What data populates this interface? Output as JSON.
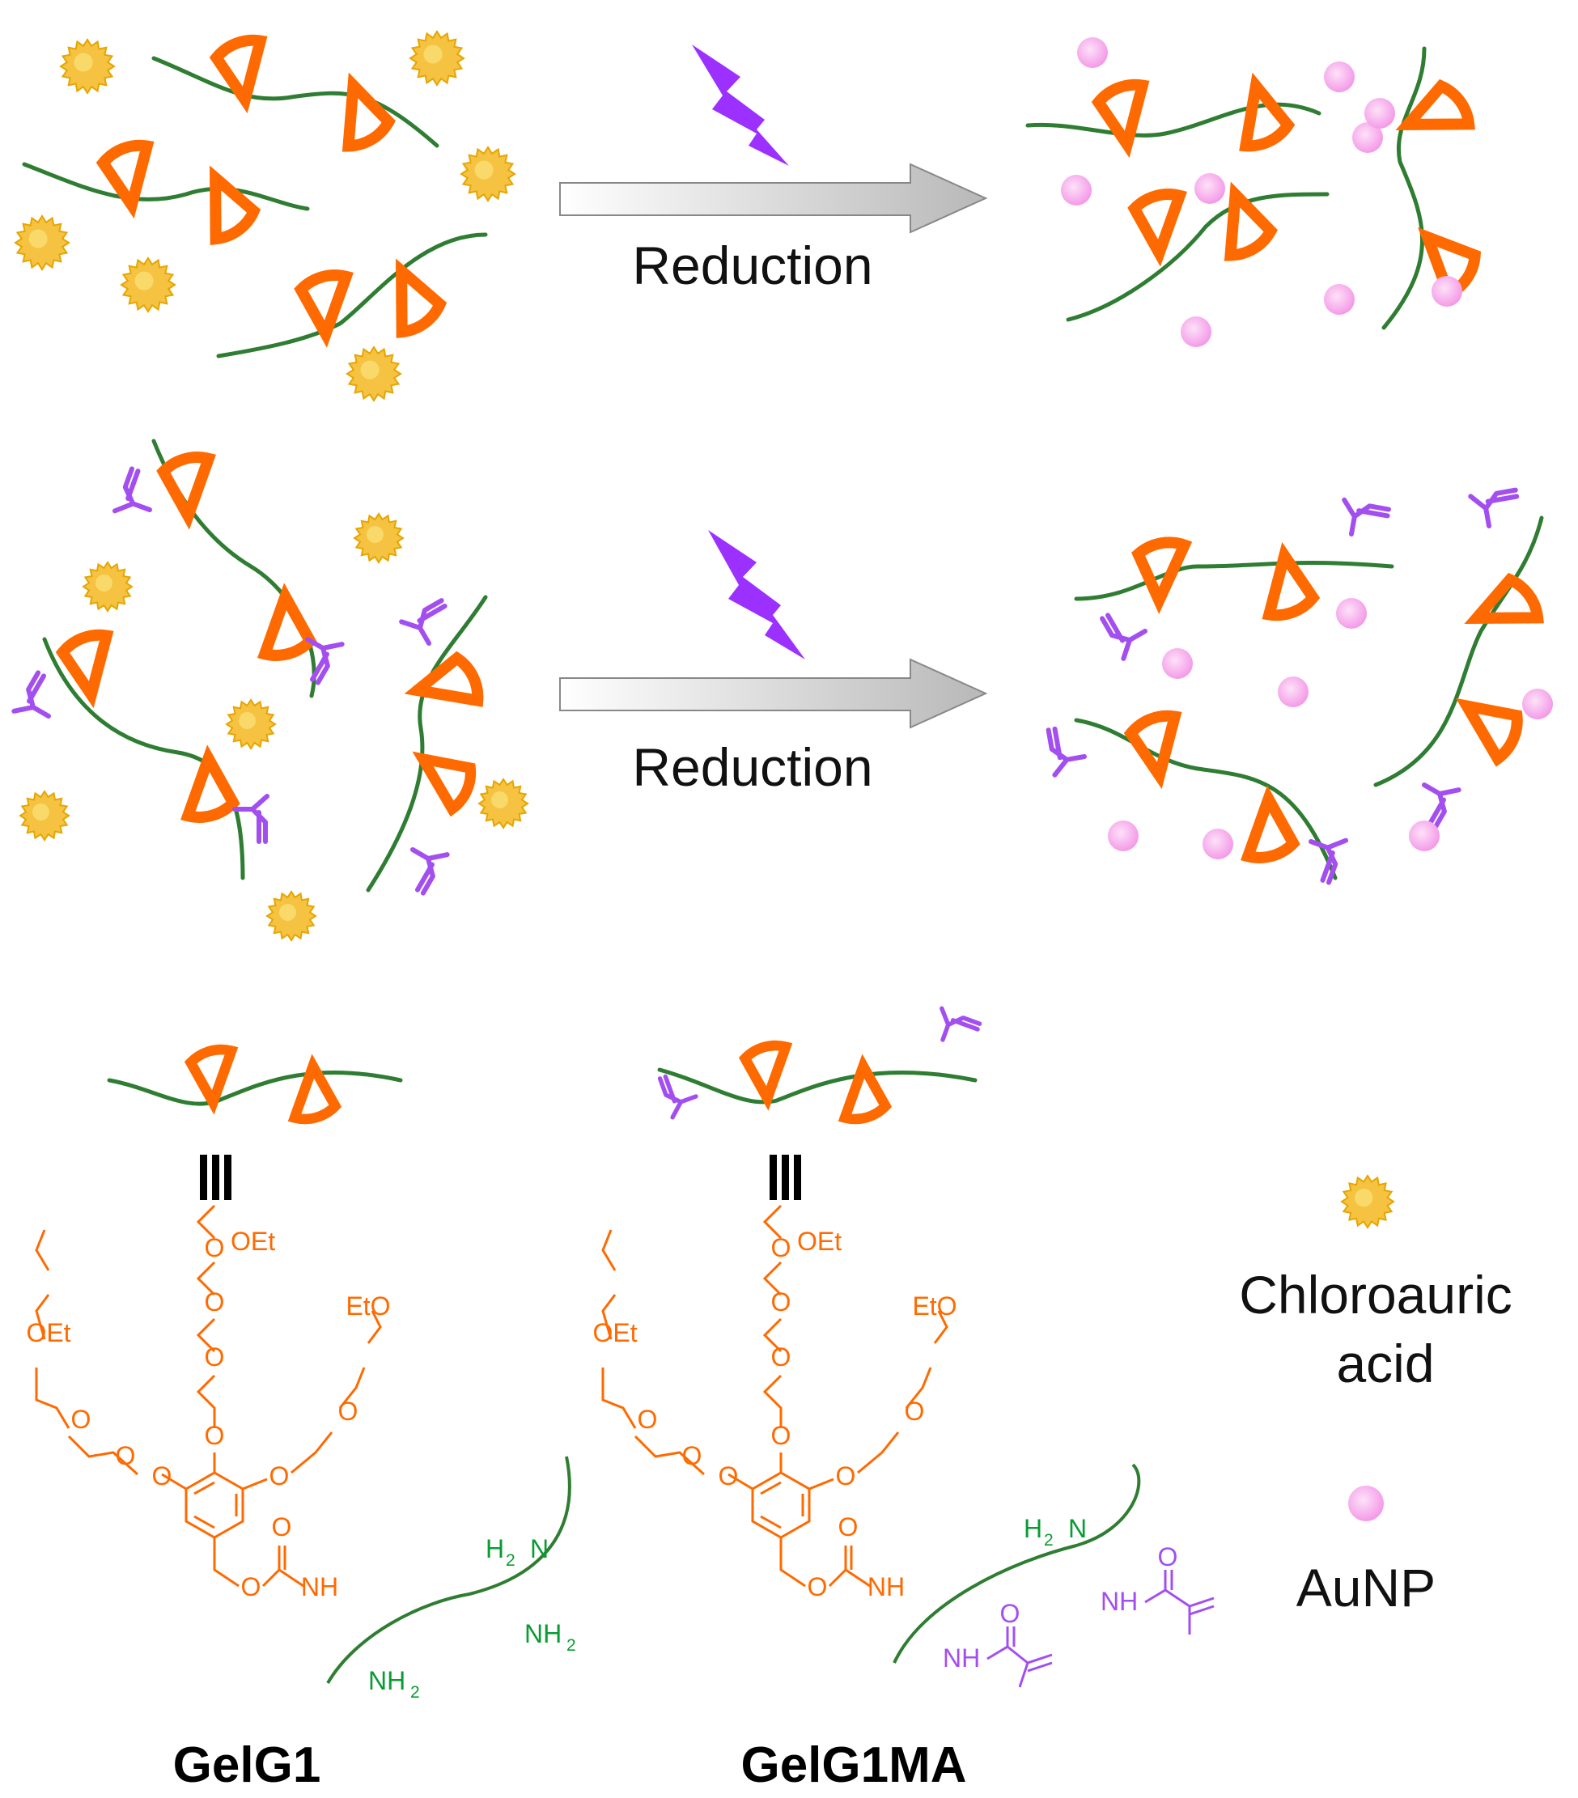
{
  "colors": {
    "chain": "#2f7d32",
    "dendron": "#ff6a00",
    "methacrylate": "#a34ff0",
    "chloroauric": "#f5c242",
    "chloroauric_edge": "#e6a500",
    "aunp": "#f49ae8",
    "lightning": "#9b30ff",
    "arrow_fill_start": "#ffffff",
    "arrow_fill_end": "#b8b8b8",
    "amine": "#0a9c33",
    "text": "#111111"
  },
  "icons": {
    "chloroauric": "sunburst-icon",
    "aunp": "pink-sphere-icon",
    "light": "lightning-bolt-icon",
    "process": "right-arrow-icon",
    "equivalence": "triple-bar-icon"
  },
  "process": {
    "top_arrow_label": "Reduction",
    "middle_arrow_label": "Reduction"
  },
  "legend": {
    "chloroauric_line1": "Chloroauric",
    "chloroauric_line2": "acid",
    "aunp": "AuNP"
  },
  "structures": {
    "left_name": "GelG1",
    "right_name": "GelG1MA",
    "labels": {
      "oet": "OEt",
      "eto": "EtO",
      "o": "O",
      "nh": "NH",
      "nh2": "NH",
      "h2n": "H",
      "n": "N",
      "sub2": "2"
    }
  }
}
